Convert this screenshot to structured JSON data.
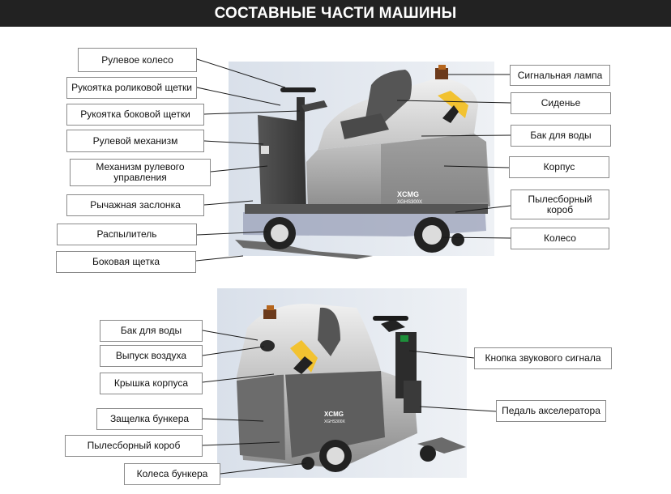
{
  "title": "СОСТАВНЫЕ ЧАСТИ МАШИНЫ",
  "brand_top": "XCMG",
  "model_top": "XGHS300X",
  "brand_bottom": "XCMG",
  "model_bottom": "XGHS300X",
  "labels_top_left": [
    "Рулевое колесо",
    "Рукоятка роликовой щетки",
    "Рукоятка боковой щетки",
    "Рулевой механизм",
    "Механизм рулевого управления",
    "Рычажная заслонка",
    "Распылитель",
    "Боковая щетка"
  ],
  "labels_top_right": [
    "Сигнальная лампа",
    "Сиденье",
    "Бак для воды",
    "Корпус",
    "Пылесборный короб",
    "Колесо"
  ],
  "labels_bottom_left": [
    "Бак для воды",
    "Выпуск воздуха",
    "Крышка корпуса",
    "Защелка бункера",
    "Пылесборный короб",
    "Колеса бункера"
  ],
  "labels_bottom_right": [
    "Кнопка звукового сигнала",
    "Педаль акселератора"
  ],
  "colors": {
    "title_bg": "#222222",
    "accent_yellow": "#f2c230",
    "body_gray": "#8f8f8f",
    "hopper_dark": "#3a3a3a"
  }
}
